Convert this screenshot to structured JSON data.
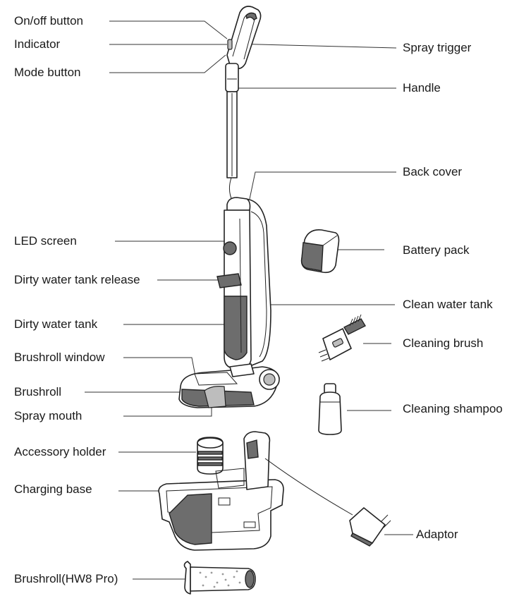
{
  "labels": {
    "on_off_button": "On/off button",
    "indicator": "Indicator",
    "mode_button": "Mode button",
    "spray_trigger": "Spray trigger",
    "handle": "Handle",
    "back_cover": "Back cover",
    "battery_pack": "Battery pack",
    "led_screen": "LED screen",
    "dirty_water_tank_release": "Dirty water tank release",
    "clean_water_tank": "Clean water tank",
    "dirty_water_tank": "Dirty water tank",
    "cleaning_brush": "Cleaning brush",
    "brushroll_window": "Brushroll window",
    "brushroll": "Brushroll",
    "spray_mouth": "Spray mouth",
    "cleaning_shampoo": "Cleaning shampoo",
    "accessory_holder": "Accessory holder",
    "charging_base": "Charging base",
    "adaptor": "Adaptor",
    "brushroll_hw8_pro": "Brushroll(HW8 Pro)"
  },
  "colors": {
    "line": "#333333",
    "text": "#1a1a1a",
    "part_dark": "#6d6d6d",
    "part_mid": "#bdbdbd"
  }
}
